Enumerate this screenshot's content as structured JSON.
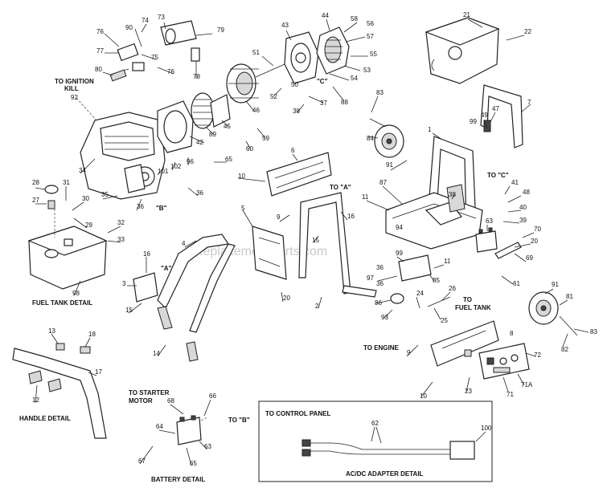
{
  "watermark": "eReplacementParts.com",
  "captions": {
    "ignition": [
      "TO IGNITION",
      "KILL"
    ],
    "fuel_tank_detail": "FUEL TANK DETAIL",
    "handle_detail": "HANDLE DETAIL",
    "starter": [
      "TO STARTER",
      "MOTOR"
    ],
    "to_b": "TO \"B\"",
    "battery_detail": "BATTERY DETAIL",
    "control_panel": "TO CONTROL PANEL",
    "adapter_detail": "AC/DC ADAPTER DETAIL",
    "to_engine": "TO ENGINE",
    "to_fuel_tank": [
      "TO",
      "FUEL TANK"
    ],
    "to_a": "TO \"A\"",
    "to_c": "TO \"C\"",
    "mark_a": "\"A\"",
    "mark_b": "\"B\"",
    "mark_c": "\"C\""
  },
  "callouts": {
    "n1": "1",
    "n2": "2",
    "n3": "3",
    "n4": "4",
    "n5": "5",
    "n6": "6",
    "n7": "7",
    "n8": "8",
    "n9": "9",
    "n10": "10",
    "n11": "11",
    "n12": "12",
    "n13": "13",
    "n14": "14",
    "n15": "15",
    "n16": "16",
    "n17": "17",
    "n18": "18",
    "n20": "20",
    "n21": "21",
    "n22": "22",
    "n23": "23",
    "n24": "24",
    "n25": "25",
    "n26": "26",
    "n27": "27",
    "n28": "28",
    "n29": "29",
    "n30": "30",
    "n31": "31",
    "n32": "32",
    "n33": "33",
    "n34": "34",
    "n35": "35",
    "n36": "36",
    "n37": "37",
    "n38": "38",
    "n39": "39",
    "n40": "40",
    "n41": "41",
    "n42": "42",
    "n43": "43",
    "n44": "44",
    "n45": "45",
    "n46": "46",
    "n47": "47",
    "n48": "48",
    "n49": "49",
    "n50": "50",
    "n51": "51",
    "n52": "52",
    "n53": "53",
    "n54": "54",
    "n55": "55",
    "n56": "56",
    "n57": "57",
    "n58": "58",
    "n59": "59",
    "n60": "60",
    "n61": "61",
    "n62": "62",
    "n63": "63",
    "n64": "64",
    "n65": "65",
    "n66": "66",
    "n67": "67",
    "n68": "68",
    "n69": "69",
    "n70": "70",
    "n71": "71",
    "n71a": "71A",
    "n72": "72",
    "n73": "73",
    "n74": "74",
    "n75": "75",
    "n76": "76",
    "n77": "77",
    "n78": "78",
    "n79": "79",
    "n80": "80",
    "n81": "81",
    "n82": "82",
    "n83": "83",
    "n84": "84",
    "n85": "85",
    "n86": "86",
    "n87": "87",
    "n88": "88",
    "n89": "89",
    "n90": "90",
    "n91": "91",
    "n92": "92",
    "n93": "93",
    "n94": "94",
    "n96": "96",
    "n97": "97",
    "n98": "98",
    "n99": "99",
    "n100": "100",
    "n101": "101",
    "n102": "102"
  }
}
